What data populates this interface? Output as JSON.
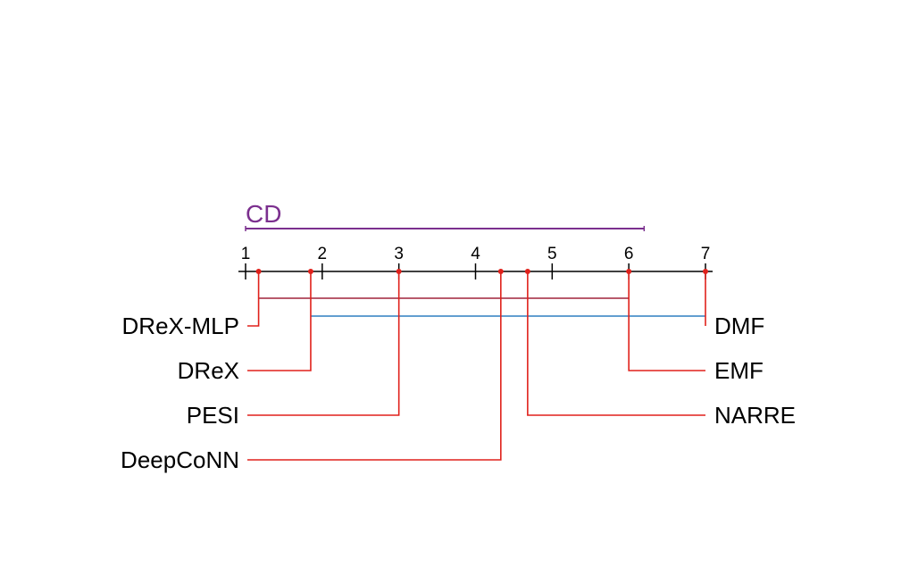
{
  "chart_data": {
    "type": "critical-difference-diagram",
    "axis": {
      "min": 1,
      "max": 7,
      "ticks": [
        1,
        2,
        3,
        4,
        5,
        6,
        7
      ],
      "tick_labels": [
        "1",
        "2",
        "3",
        "4",
        "5",
        "6",
        "7"
      ]
    },
    "cd": {
      "label": "CD",
      "value": 5.2,
      "color": "#7B2F8E"
    },
    "methods": [
      {
        "name": "DReX-MLP",
        "rank": 1.17,
        "side": "left"
      },
      {
        "name": "DReX",
        "rank": 1.85,
        "side": "left"
      },
      {
        "name": "PESI",
        "rank": 3.0,
        "side": "left"
      },
      {
        "name": "DeepCoNN",
        "rank": 4.33,
        "side": "left"
      },
      {
        "name": "NARRE",
        "rank": 4.68,
        "side": "right"
      },
      {
        "name": "EMF",
        "rank": 6.0,
        "side": "right"
      },
      {
        "name": "DMF",
        "rank": 7.0,
        "side": "right"
      }
    ],
    "groups": [
      {
        "from": 1.17,
        "to": 6.0,
        "color": "#A0243A"
      },
      {
        "from": 1.85,
        "to": 7.0,
        "color": "#2E7EC1"
      }
    ],
    "colors": {
      "connector": "#E0211B",
      "marker": "#E0211B",
      "axis": "#000000"
    }
  }
}
